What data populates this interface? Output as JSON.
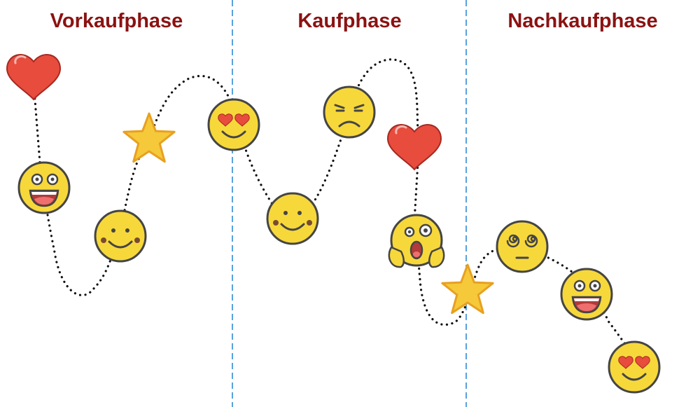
{
  "phases": [
    {
      "label": "Vorkaufphase"
    },
    {
      "label": "Kaufphase"
    },
    {
      "label": "Nachkaufphase"
    }
  ],
  "colors": {
    "phase_title": "#8b1212",
    "divider": "#2e8bd6",
    "path": "#111111",
    "heart": "#e84c3d",
    "heart_stroke": "#a52a20",
    "star": "#f5c93a",
    "star_stroke": "#e8a020",
    "face": "#f7d83a",
    "face_stroke": "#454545",
    "mouth": "#b23a3a",
    "tongue": "#ef6f6f",
    "blush": "#7a4a30"
  },
  "journey": [
    {
      "kind": "heart-icon"
    },
    {
      "kind": "grinning-face-icon"
    },
    {
      "kind": "smiling-face-icon"
    },
    {
      "kind": "star-icon"
    },
    {
      "kind": "heart-eyes-face-icon"
    },
    {
      "kind": "smiling-face-icon"
    },
    {
      "kind": "sad-face-icon"
    },
    {
      "kind": "heart-icon"
    },
    {
      "kind": "screaming-face-icon"
    },
    {
      "kind": "star-icon"
    },
    {
      "kind": "dizzy-face-icon"
    },
    {
      "kind": "grinning-face-icon"
    },
    {
      "kind": "heart-eyes-face-icon"
    }
  ]
}
